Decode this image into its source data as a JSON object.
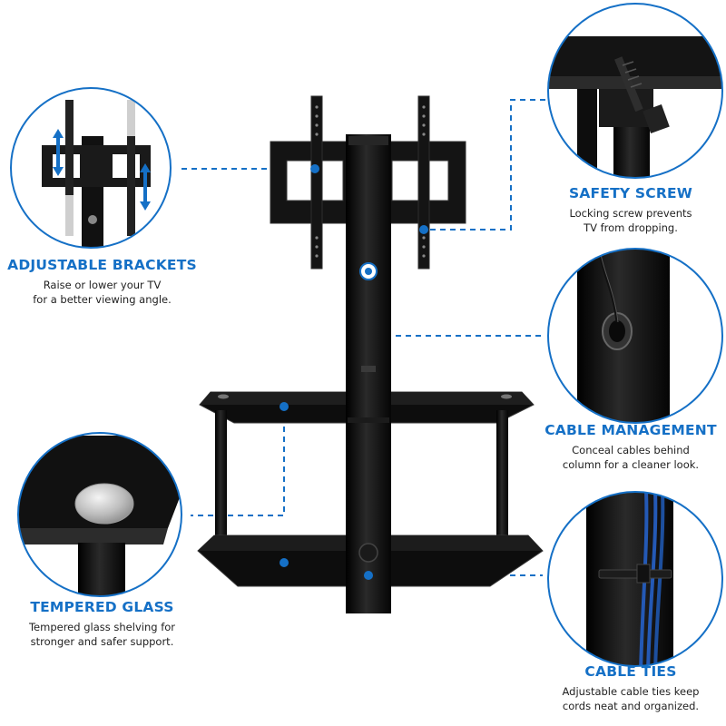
{
  "colors": {
    "accent": "#1570c6",
    "text": "#222222",
    "stand": "#111111",
    "glass": "#0d0d0d",
    "cable_blue": "#2459b5"
  },
  "features": {
    "adjustable_brackets": {
      "title": "ADJUSTABLE BRACKETS",
      "desc": "Raise or lower your TV\nfor a better viewing angle.",
      "icon": "adjustable-bracket-closeup-icon"
    },
    "safety_screw": {
      "title": "SAFETY SCREW",
      "desc": "Locking screw prevents\nTV from dropping.",
      "icon": "safety-screw-closeup-icon"
    },
    "cable_management": {
      "title": "CABLE MANAGEMENT",
      "desc": "Conceal cables behind\ncolumn for a cleaner look.",
      "icon": "cable-management-closeup-icon"
    },
    "tempered_glass": {
      "title": "TEMPERED GLASS",
      "desc": "Tempered glass shelving for\nstronger and safer support.",
      "icon": "tempered-glass-closeup-icon"
    },
    "cable_ties": {
      "title": "CABLE TIES",
      "desc": "Adjustable cable ties keep\ncords neat and organized.",
      "icon": "cable-ties-closeup-icon"
    }
  }
}
